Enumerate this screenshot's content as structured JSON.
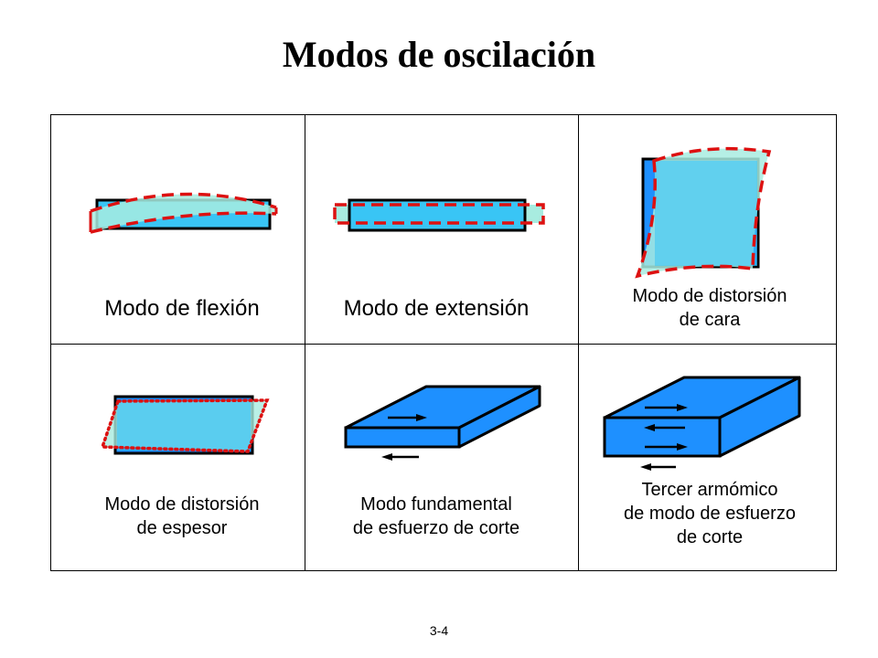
{
  "title": "Modos de oscilación",
  "page_number": "3-4",
  "colors": {
    "dark_blue": "#1E90FF",
    "light_blue": "#39C5F5",
    "dashed_red": "#DD1111",
    "fill_translucent": "#A8ECE0"
  },
  "cells": [
    {
      "label_lines": [
        "Modo de flexión"
      ]
    },
    {
      "label_lines": [
        "Modo de extensión"
      ]
    },
    {
      "label_lines": [
        "Modo de distorsión",
        "de cara"
      ]
    },
    {
      "label_lines": [
        "Modo de distorsión",
        "de espesor"
      ]
    },
    {
      "label_lines": [
        "Modo fundamental",
        "de esfuerzo de corte"
      ]
    },
    {
      "label_lines": [
        "Tercer armómico",
        "de modo de esfuerzo",
        "de corte"
      ]
    }
  ]
}
